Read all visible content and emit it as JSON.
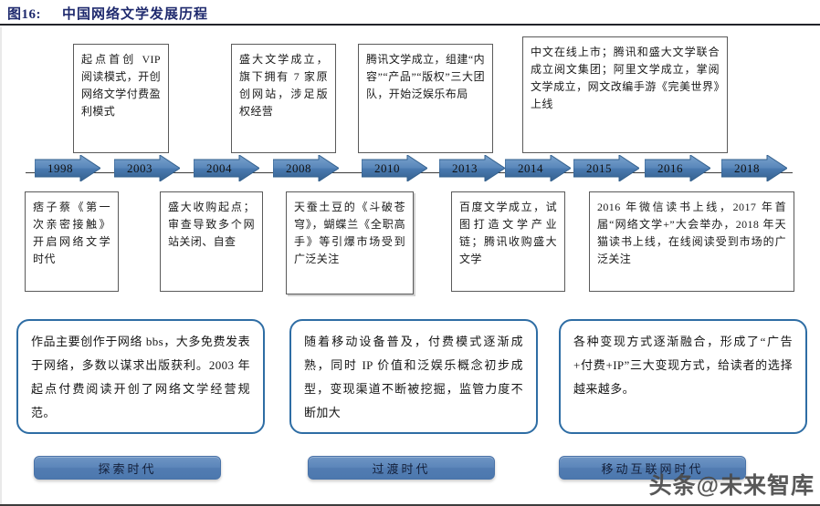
{
  "header": {
    "figure_number": "图16:",
    "title": "中国网络文学发展历程"
  },
  "timeline": {
    "years": [
      "1998",
      "2003",
      "2004",
      "2008",
      "2010",
      "2013",
      "2014",
      "2015",
      "2016",
      "2018"
    ]
  },
  "top_events": [
    {
      "year_anchor": "2003",
      "text": "起点首创 VIP 阅读模式，开创网络文学付费盈利模式"
    },
    {
      "year_anchor": "2008",
      "text": "盛大文学成立，旗下拥有 7 家原创网站，涉足版权经营"
    },
    {
      "year_anchor": "2013",
      "text": "腾讯文学成立，组建“内容”“产品”“版权”三大团队，开始泛娱乐布局"
    },
    {
      "year_anchor": "2015",
      "text": "中文在线上市；腾讯和盛大文学联合成立阅文集团；阿里文学成立，掌阅文学成立，网文改编手游《完美世界》上线"
    }
  ],
  "bottom_events": [
    {
      "year_anchor": "1998",
      "text": "痞子蔡《第一次亲密接触》开启网络文学时代"
    },
    {
      "year_anchor": "2004",
      "text": "盛大收购起点；审查导致多个网站关闭、自查"
    },
    {
      "year_anchor": "2010",
      "text": "天蚕土豆的《斗破苍穹》，蝴蝶兰《全职高手》等引爆市场受到广泛关注"
    },
    {
      "year_anchor": "2014",
      "text": "百度文学成立，试图打造文学产业链；腾讯收购盛大文学"
    },
    {
      "year_anchor": "2016",
      "text": "2016 年微信读书上线，2017 年首届“网络文学+”大会举办，2018 年天猫读书上线，在线阅读受到市场的广泛关注"
    }
  ],
  "summaries": [
    {
      "text": "作品主要创作于网络 bbs，大多免费发表于网络，多数以谋求出版获利。2003 年起点付费阅读开创了网络文学经营规范。"
    },
    {
      "text": "随着移动设备普及，付费模式逐渐成熟，同时 IP 价值和泛娱乐概念初步成型，变现渠道不断被挖掘，监管力度不断加大"
    },
    {
      "text": "各种变现方式逐渐融合，形成了“广告+付费+IP”三大变现方式，给读者的选择越来越多。"
    }
  ],
  "eras": [
    {
      "label": "探索时代"
    },
    {
      "label": "过渡时代"
    },
    {
      "label": "移动互联网时代"
    }
  ],
  "watermark": {
    "text": "头条@未来智库"
  },
  "colors": {
    "title": "#1f2a6e",
    "arrow_blue_light": "#6e9ccb",
    "arrow_blue_dark": "#3f6e9e",
    "summary_border": "#2e6da4",
    "pill_fill": "#5c86ba",
    "box_border": "#5a5a5a"
  }
}
